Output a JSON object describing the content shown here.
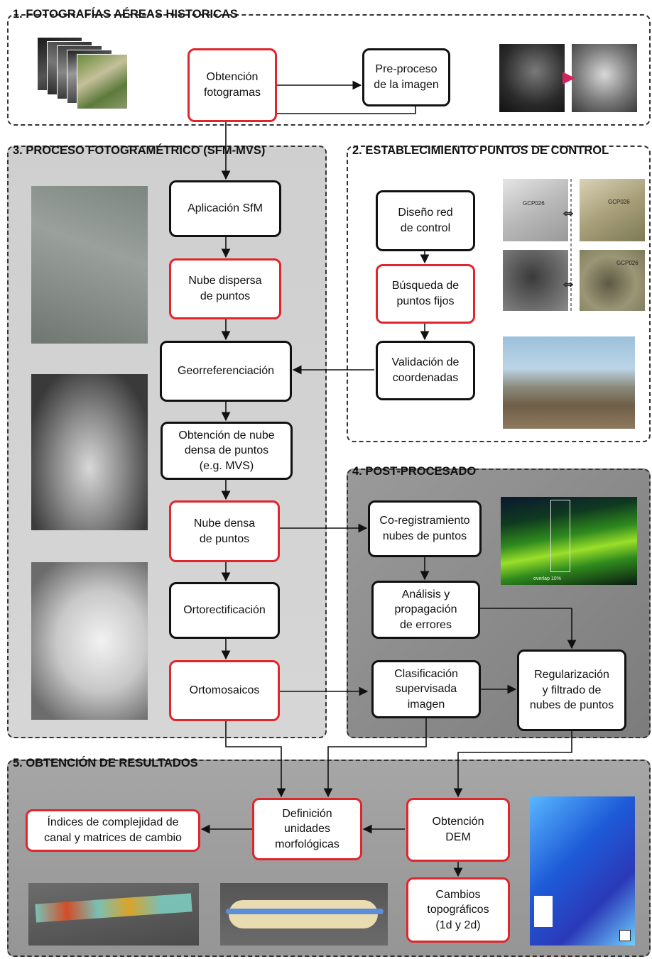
{
  "sections": {
    "s1": "1. FOTOGRAFÍAS AÉREAS HISTORICAS",
    "s2": "2. ESTABLECIMIENTO PUNTOS DE CONTROL",
    "s3": "3. PROCESO FOTOGRAMÉTRICO (SFM-MVS)",
    "s4": "4. POST-PROCESADO",
    "s5": "5. OBTENCIÓN DE RESULTADOS"
  },
  "boxes": {
    "obtencion_fotogramas": "Obtención\nfotogramas",
    "preproceso": "Pre-proceso\nde la imagen",
    "aplicacion_sfm": "Aplicación SfM",
    "nube_dispersa": "Nube dispersa\nde puntos",
    "georreferenciacion": "Georreferenciación",
    "nube_densa_mvs": "Obtención de nube\ndensa de puntos\n(e.g. MVS)",
    "nube_densa": "Nube densa\nde puntos",
    "ortorectificacion": "Ortorectificación",
    "ortomosaicos": "Ortomosaicos",
    "diseno_red": "Diseño red\nde control",
    "busqueda_puntos": "Búsqueda de\npuntos fijos",
    "validacion": "Validación de\ncoordenadas",
    "coregistramiento": "Co-registramiento\nnubes de puntos",
    "analisis_errores": "Análisis y\npropagación\nde errores",
    "clasificacion": "Clasificación\nsupervisada\nimagen",
    "regularizacion": "Regularización\ny filtrado de\nnubes de puntos",
    "definicion_unidades": "Definición\nunidades\nmorfológicas",
    "obtencion_dem": "Obtención\nDEM",
    "indices": "Índices de complejidad de\ncanal y matrices de cambio",
    "cambios": "Cambios\ntopográficos\n(1d y 2d)"
  },
  "image_labels": {
    "gcp": "GCP026",
    "overlap": "overlap 10%"
  },
  "colors": {
    "red_border": "#e0262d",
    "black_border": "#111111",
    "section_gray": "#c8c8c8",
    "postproc_gray": "#8a8a8a",
    "results_gray": "#9c9c9c"
  }
}
